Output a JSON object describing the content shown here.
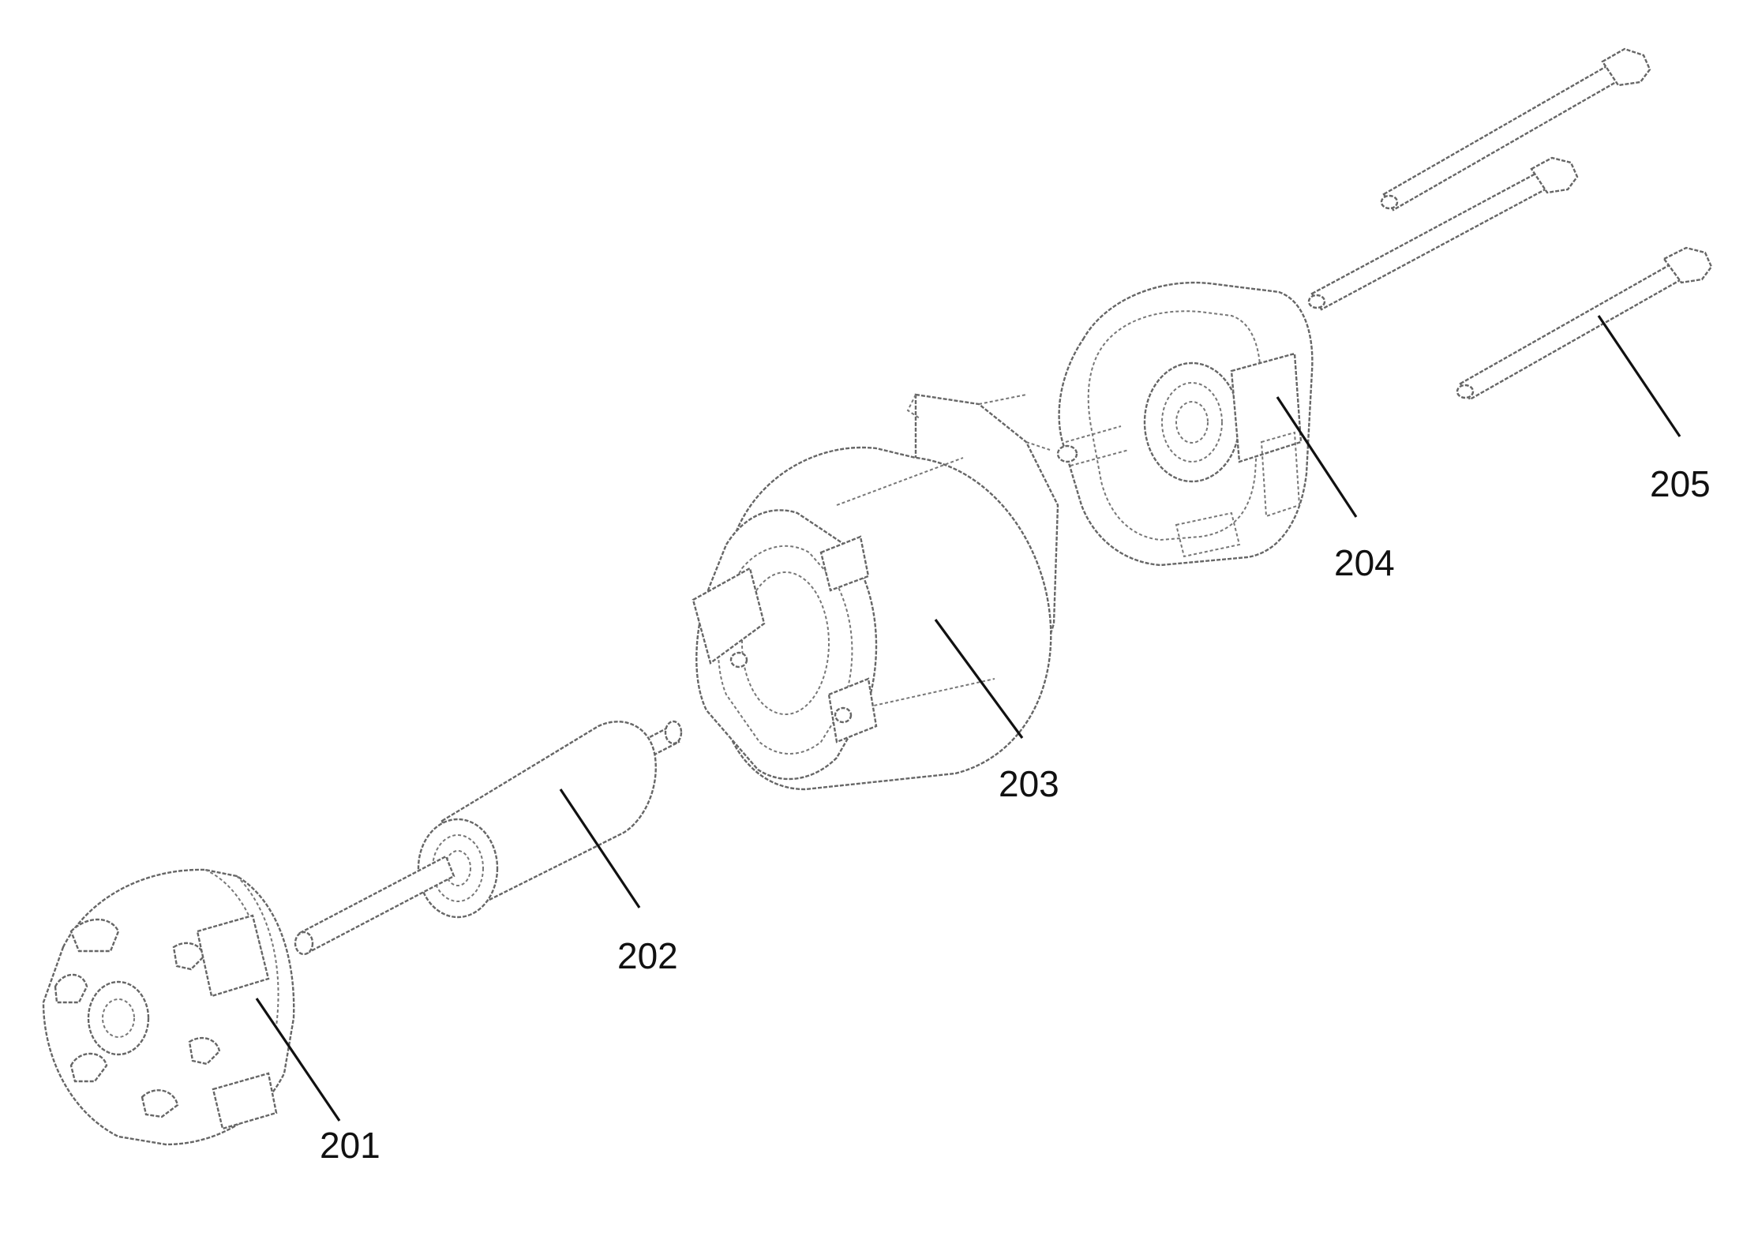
{
  "figure": {
    "colors": {
      "line_art": "#666666",
      "leader_line": "#111111",
      "label_text": "#111111",
      "background": "#ffffff"
    },
    "parts": [
      {
        "ref": "201",
        "kind": "end-cap"
      },
      {
        "ref": "202",
        "kind": "rotor-shaft"
      },
      {
        "ref": "203",
        "kind": "stator-housing"
      },
      {
        "ref": "204",
        "kind": "end-bracket"
      },
      {
        "ref": "205",
        "kind": "bolts"
      }
    ],
    "labels": {
      "p201": "201",
      "p202": "202",
      "p203": "203",
      "p204": "204",
      "p205": "205"
    }
  }
}
